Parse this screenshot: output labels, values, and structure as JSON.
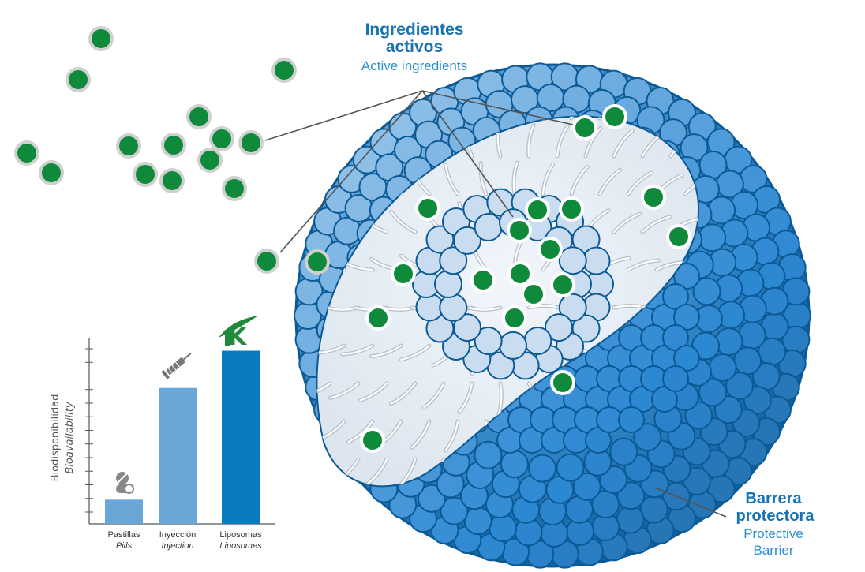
{
  "labels": {
    "active_es_line1": "Ingredientes",
    "active_es_line2": "activos",
    "active_en": "Active ingredients",
    "barrier_es_line1": "Barrera",
    "barrier_es_line2": "protectora",
    "barrier_en_line1": "Protective",
    "barrier_en_line2": "Barrier"
  },
  "icons": {
    "pills": "pills-icon",
    "injection": "syringe-icon",
    "liposomes": "brand-k-logo-icon",
    "molecule": "active-ingredient-dot-icon",
    "liposome": "liposome-sphere-icon"
  },
  "colors": {
    "ingredient_green": "#0f8a3a",
    "ingredient_ring": "#d0d0d0",
    "bar_pills": "#6aa6d8",
    "bar_injection": "#6aa6d8",
    "bar_liposomes": "#0a7bc0",
    "liposome_dark": "#0f6aa8",
    "liposome_light": "#cfe0f2",
    "label_blue": "#1773b3"
  },
  "chart_data": {
    "type": "bar",
    "ylabel": "Biodisponibilidad",
    "ylabel_en": "Bioavailability",
    "categories": [
      "Pastillas",
      "Inyección",
      "Liposomas"
    ],
    "categories_en": [
      "Pills",
      "Injection",
      "Liposomes"
    ],
    "values": [
      13,
      73,
      93
    ],
    "ylim": [
      0,
      100
    ],
    "ticks": 13
  }
}
